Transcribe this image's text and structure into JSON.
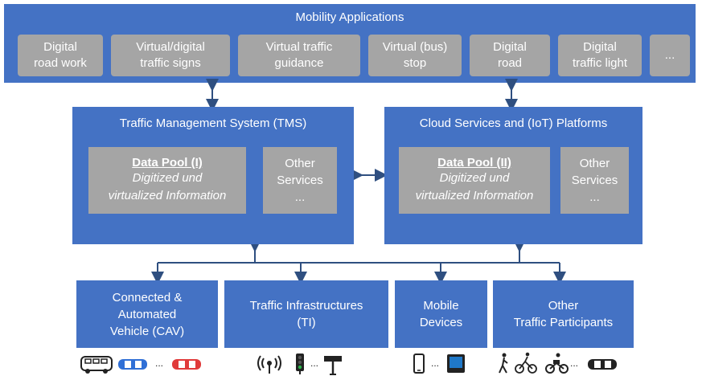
{
  "mobility": {
    "title": "Mobility Applications",
    "tiles": [
      "Digital\nroad work",
      "Virtual/digital\ntraffic signs",
      "Virtual traffic\nguidance",
      "Virtual (bus)\nstop",
      "Digital\nroad",
      "Digital\ntraffic light",
      "..."
    ]
  },
  "tms": {
    "title": "Traffic Management System (TMS)",
    "pool_title": "Data Pool (I)",
    "pool_line1": "Digitized und",
    "pool_line2": "virtualized Information",
    "other_line1": "Other",
    "other_line2": "Services",
    "other_line3": "..."
  },
  "cloud": {
    "title": "Cloud Services and (IoT) Platforms",
    "pool_title": "Data Pool (II)",
    "pool_line1": "Digitized und",
    "pool_line2": "virtualized Information",
    "other_line1": "Other",
    "other_line2": "Services",
    "other_line3": "..."
  },
  "clients": [
    "Connected &\nAutomated\nVehicle (CAV)",
    "Traffic Infrastructures\n(TI)",
    "Mobile\nDevices",
    "Other\nTraffic Participants"
  ],
  "icons": {
    "cav": [
      "van-icon",
      "blue-car-icon",
      "ellipsis",
      "red-car-icon"
    ],
    "ti": [
      "antenna-icon",
      "traffic-light-icon",
      "ellipsis",
      "road-sign-camera-icon"
    ],
    "mobile": [
      "smartphone-icon",
      "ellipsis",
      "tablet-icon"
    ],
    "participants": [
      "pedestrian-icon",
      "bicycle-icon",
      "motorcycle-icon",
      "ellipsis",
      "car-icon"
    ],
    "ellipsis_text": "...",
    "colors": {
      "blue_car": "#2f6fd6",
      "red_car": "#e03a3a",
      "icon_dark": "#222222",
      "traffic_light_green": "#2bb34a"
    }
  },
  "colors": {
    "box_blue": "#4472c4",
    "tile_grey": "#a5a5a5",
    "arrow": "#2f4f80"
  }
}
